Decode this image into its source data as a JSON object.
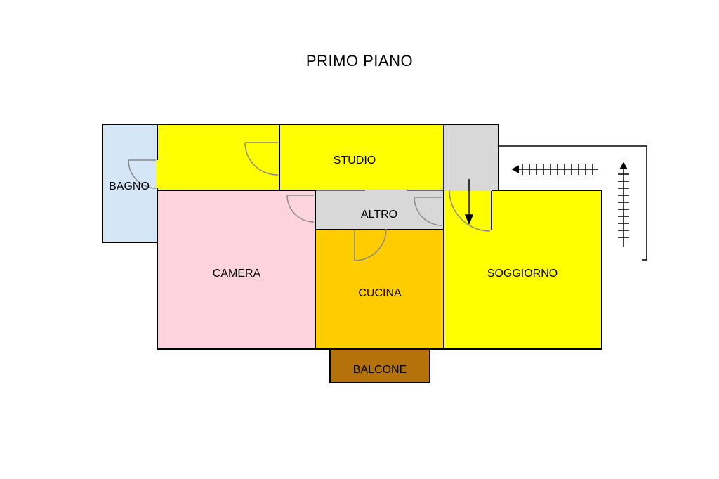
{
  "title": "PRIMO PIANO",
  "rooms": {
    "bagno": "BAGNO",
    "studio": "STUDIO",
    "altro": "ALTRO",
    "camera": "CAMERA",
    "cucina": "CUCINA",
    "soggiorno": "SOGGIORNO",
    "balcone": "BALCONE"
  },
  "colors": {
    "bagno": "#d5e7f7",
    "studio": "#ffff00",
    "altro": "#d8d8d8",
    "camera": "#fdd3df",
    "cucina": "#ffcc00",
    "soggiorno": "#ffff00",
    "balcone": "#b5720a",
    "wall": "#000000"
  },
  "icons": [
    "stair-arrow-icon",
    "door-swing-icon",
    "entry-arrow-icon"
  ]
}
